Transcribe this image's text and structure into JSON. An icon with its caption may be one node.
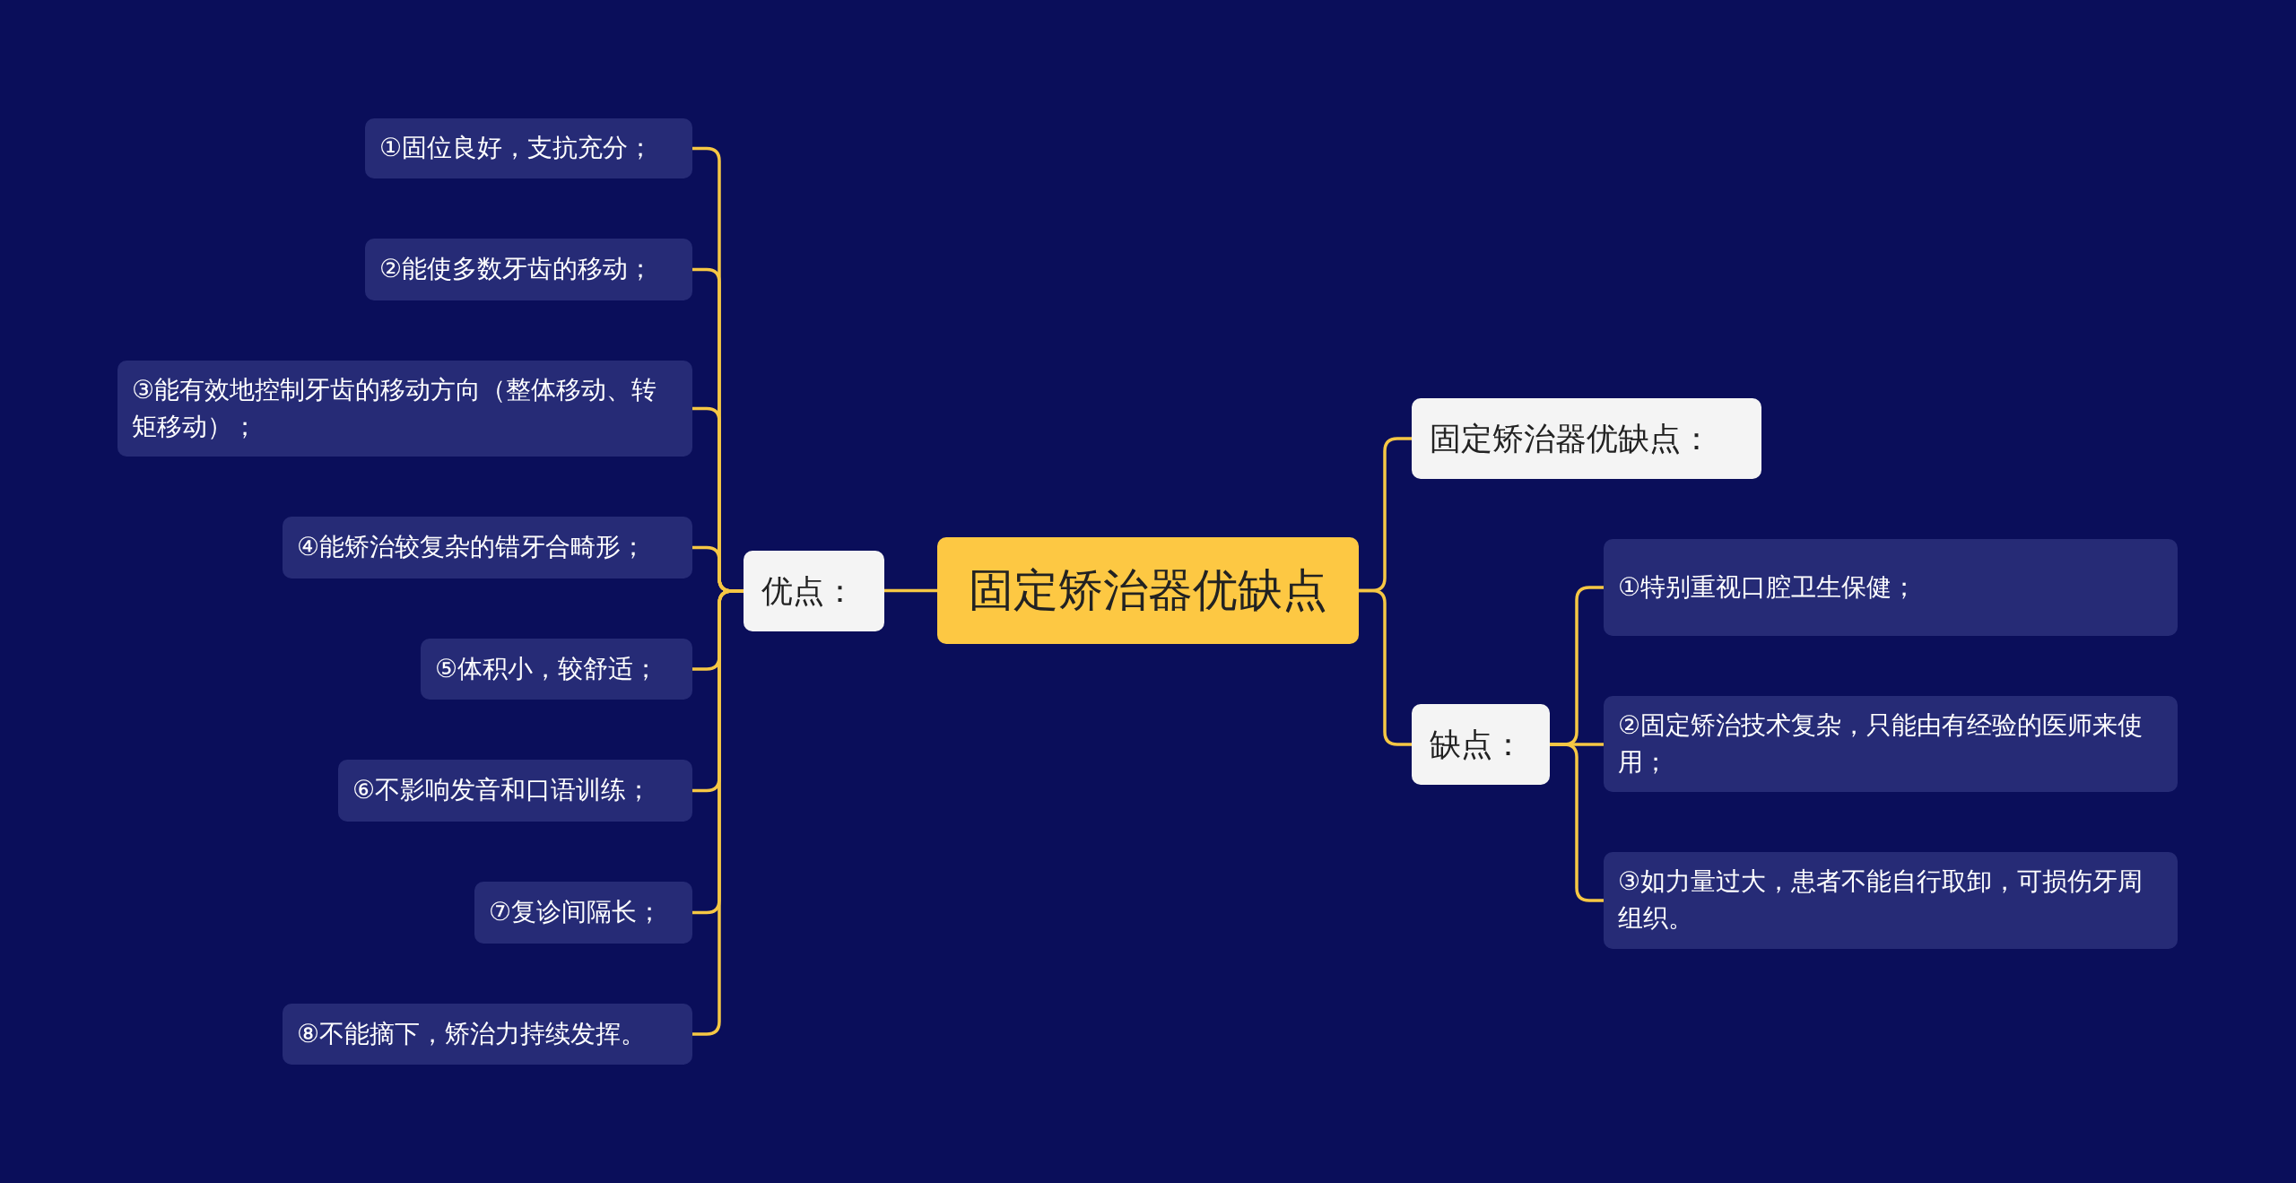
{
  "diagram": {
    "nodes": [
      {
        "text": [
          "固定矫治器优缺点"
        ]
      },
      {
        "text": [
          "优点："
        ]
      },
      {
        "text": [
          "①固位良好，支抗充分；"
        ]
      },
      {
        "text": [
          "②能使多数牙齿的移动；"
        ]
      },
      {
        "text": [
          "③能有效地控制牙齿的移动方向（整体移动、转矩移动）；"
        ]
      },
      {
        "text": [
          "④能矫治较复杂的错牙合畸形；"
        ]
      },
      {
        "text": [
          "⑤体积小，较舒适；"
        ]
      },
      {
        "text": [
          "⑥不影响发音和口语训练；"
        ]
      },
      {
        "text": [
          "⑦复诊间隔长；"
        ]
      },
      {
        "text": [
          "⑧不能摘下，矫治力持续发挥。"
        ]
      },
      {
        "text": [
          "固定矫治器优缺点："
        ]
      },
      {
        "text": [
          "缺点："
        ]
      },
      {
        "text": [
          "①特别重视口腔卫生保健；"
        ]
      },
      {
        "text": [
          "②固定矫治技术复杂，只能由有经验的医师来使用；"
        ]
      },
      {
        "text": [
          "③如力量过大，患者不能自行取卸，可损伤牙周组织。"
        ]
      }
    ],
    "edges": [
      {
        "from": 0,
        "to": 1,
        "arrow": "none"
      },
      {
        "from": 1,
        "to": 2,
        "arrow": "none"
      },
      {
        "from": 1,
        "to": 3,
        "arrow": "none"
      },
      {
        "from": 1,
        "to": 4,
        "arrow": "none"
      },
      {
        "from": 1,
        "to": 5,
        "arrow": "none"
      },
      {
        "from": 1,
        "to": 6,
        "arrow": "none"
      },
      {
        "from": 1,
        "to": 7,
        "arrow": "none"
      },
      {
        "from": 1,
        "to": 8,
        "arrow": "none"
      },
      {
        "from": 1,
        "to": 9,
        "arrow": "none"
      },
      {
        "from": 0,
        "to": 10,
        "arrow": "none"
      },
      {
        "from": 0,
        "to": 11,
        "arrow": "none"
      },
      {
        "from": 11,
        "to": 12,
        "arrow": "none"
      },
      {
        "from": 11,
        "to": 13,
        "arrow": "none"
      },
      {
        "from": 11,
        "to": 14,
        "arrow": "none"
      }
    ]
  }
}
